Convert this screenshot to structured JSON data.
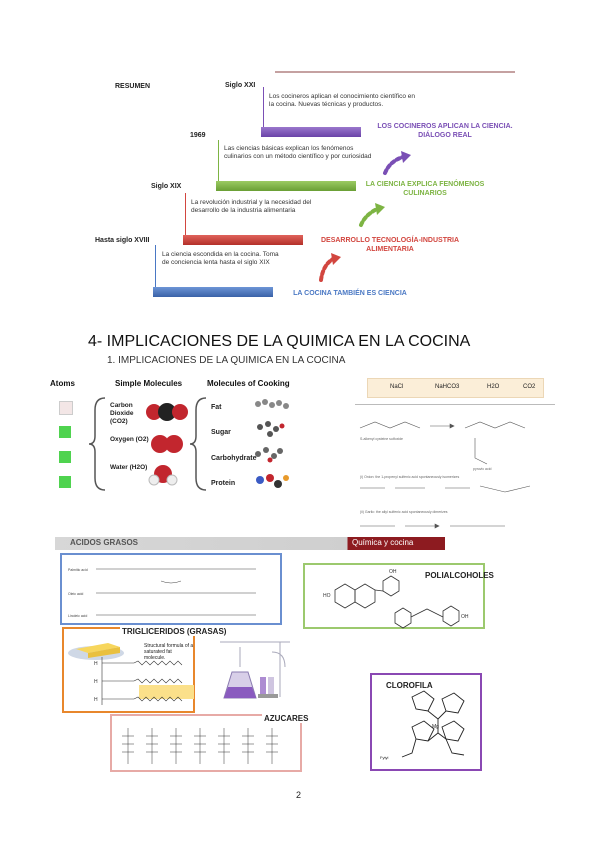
{
  "timeline": {
    "summary_label": "RESUMEN",
    "eras": [
      {
        "label": "Hasta siglo XVIII",
        "text": "La ciencia escondida en la cocina. Toma de conciencia lenta hasta el siglo XIX",
        "caption": "LA COCINA TAMBIÉN ES CIENCIA",
        "color": "#4a78c4"
      },
      {
        "label": "Siglo XIX",
        "text": "La revolución industrial y la necesidad del desarrollo de la industria alimentaria",
        "caption": "DESARROLLO TECNOLOGÍA-INDUSTRIA ALIMENTARIA",
        "color": "#d2463f"
      },
      {
        "label": "1969",
        "text": "Las ciencias básicas explican los fenómenos culinarios con un método científico y por curiosidad",
        "caption": "LA CIENCIA EXPLICA FENÓMENOS CULINARIOS",
        "color": "#7db443"
      },
      {
        "label": "Siglo XXI",
        "text": "Los cocineros aplican el conocimiento científico en la cocina. Nuevas técnicas y productos.",
        "caption": "LOS COCINEROS APLICAN LA CIENCIA. DIÁLOGO REAL",
        "color": "#7a4fb5"
      }
    ]
  },
  "section": {
    "heading": "4- IMPLICACIONES DE LA QUIMICA EN LA COCINA",
    "subheading": "1.   IMPLICACIONES DE LA QUIMICA EN LA COCINA"
  },
  "molecules_figure": {
    "col_atoms": "Atoms",
    "col_simple": "Simple Molecules",
    "col_cooking": "Molecules of Cooking",
    "simple": [
      {
        "name": "Carbon Dioxide (CO2)"
      },
      {
        "name": "Oxygen (O2)"
      },
      {
        "name": "Water (H2O)"
      }
    ],
    "cooking": [
      "Fat",
      "Sugar",
      "Carbohydrate",
      "Protein"
    ]
  },
  "reaction_figure": {
    "formulas": [
      "NaCl",
      "NaHCO3",
      "H2O",
      "CO2"
    ]
  },
  "collage": {
    "banner_label": "ACIDOS GRASOS",
    "banner_subtitle": "Química y cocina",
    "polialcoholes_label": "POLIALCOHOLES",
    "trigliceridos_label": "TRIGLICERIDOS (GRASAS)",
    "trigliceridos_note": "Structural formula of a saturated fat molecule.",
    "azucares_label": "AZUCARES",
    "clorofila_label": "CLOROFILA"
  },
  "page_number": "2"
}
